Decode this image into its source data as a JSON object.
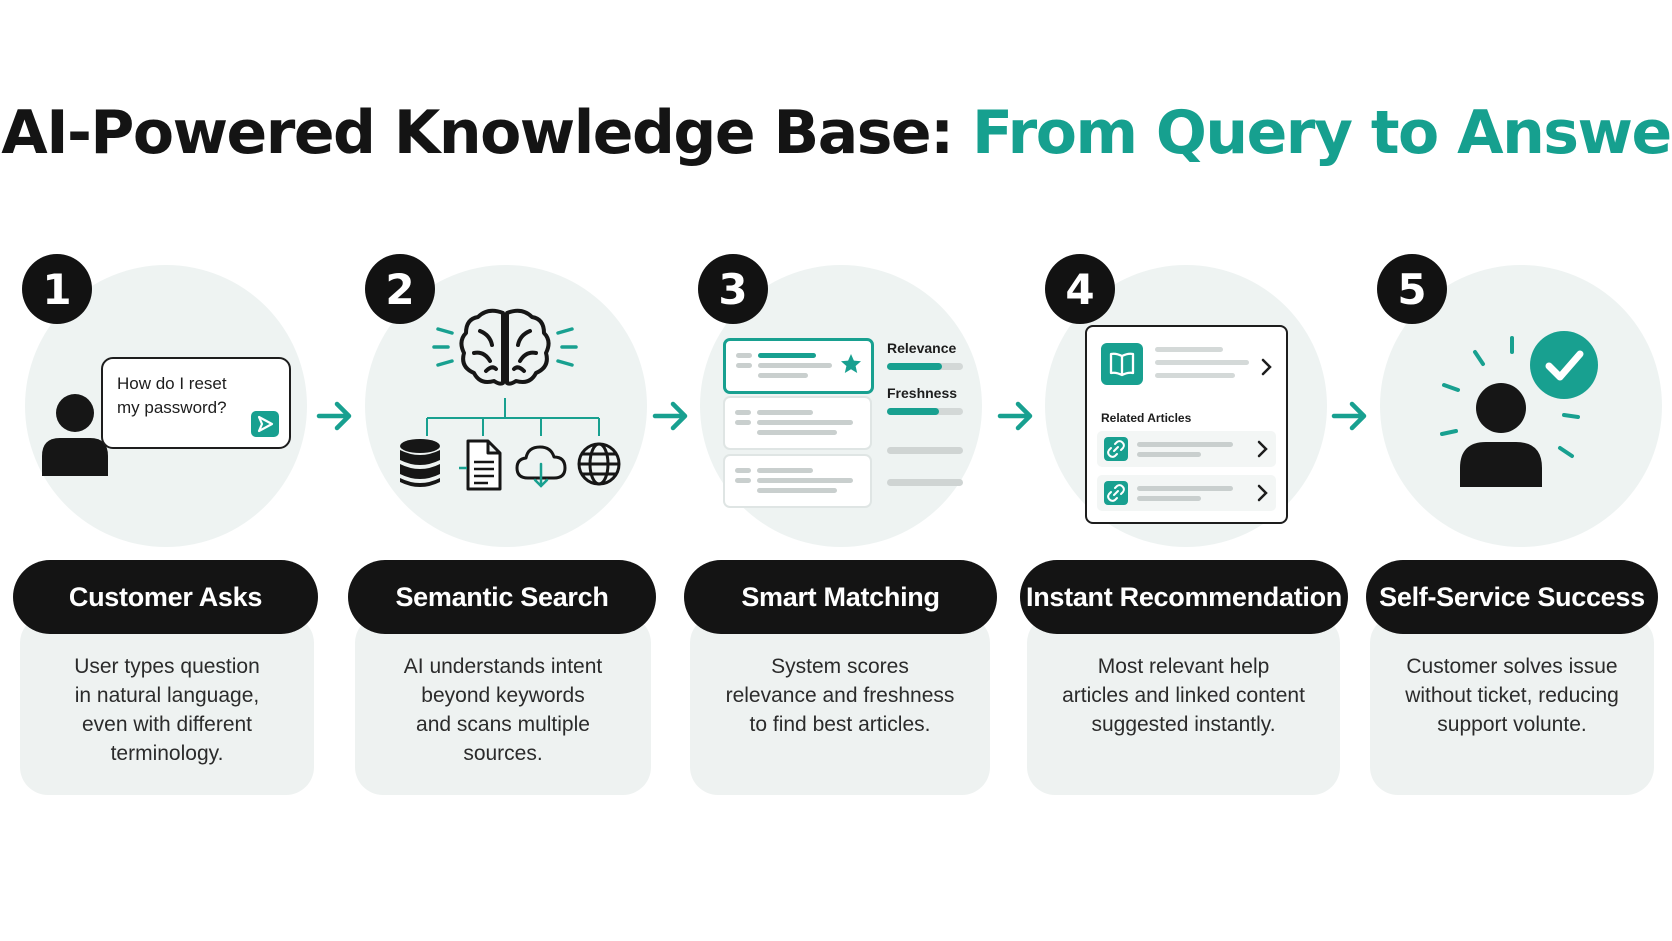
{
  "title": {
    "main": "AI-Powered Knowledge Base:",
    "accent": "From Query to Answer"
  },
  "colors": {
    "accent": "#16a08f",
    "dark": "#141414",
    "panel": "#eef2f1"
  },
  "steps": [
    {
      "number": "1",
      "title": "Customer Asks",
      "description": [
        "User types question",
        "in natural language,",
        "even with different",
        "terminology."
      ],
      "icon": "user-chat-icon",
      "chat_lines": [
        "How do I reset",
        "my password?"
      ]
    },
    {
      "number": "2",
      "title": "Semantic Search",
      "description": [
        "AI understands intent",
        "beyond keywords",
        "and scans multiple",
        "sources."
      ],
      "icon": "brain-icon",
      "sources": [
        "database-icon",
        "document-icon",
        "cloud-icon",
        "globe-icon"
      ]
    },
    {
      "number": "3",
      "title": "Smart Matching",
      "description": [
        "System scores",
        "relevance and freshness",
        "to find best articles."
      ],
      "icon": "ranked-results-icon",
      "scores": [
        {
          "label": "Relevance",
          "value": 0.72
        },
        {
          "label": "Freshness",
          "value": 0.68
        },
        {
          "label": "",
          "value": 0
        },
        {
          "label": "",
          "value": 0
        }
      ]
    },
    {
      "number": "4",
      "title": "Instant Recommendation",
      "description": [
        "Most relevant help",
        "articles and linked content",
        "suggested instantly."
      ],
      "icon": "recommendation-panel-icon",
      "related_label": "Related Articles"
    },
    {
      "number": "5",
      "title": "Self-Service Success",
      "description": [
        "Customer solves issue",
        "without ticket, reducing",
        "support volunte."
      ],
      "icon": "success-user-icon"
    }
  ]
}
